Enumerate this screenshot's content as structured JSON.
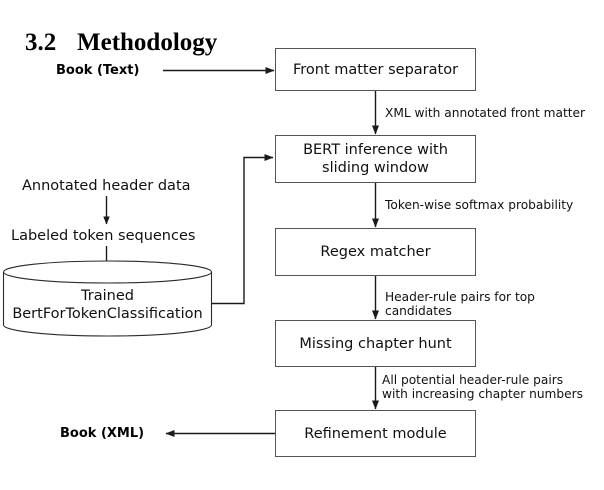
{
  "heading": {
    "number": "3.2",
    "title": "Methodology"
  },
  "io_labels": {
    "input": "Book (Text)",
    "output": "Book (XML)"
  },
  "nodes": [
    {
      "id": "front-matter-separator",
      "label": "Front matter separator",
      "shape": "rect"
    },
    {
      "id": "bert-inference",
      "label": "BERT inference with\nsliding window",
      "shape": "rect"
    },
    {
      "id": "regex-matcher",
      "label": "Regex matcher",
      "shape": "rect"
    },
    {
      "id": "missing-chapter-hunt",
      "label": "Missing chapter hunt",
      "shape": "rect"
    },
    {
      "id": "refinement-module",
      "label": "Refinement module",
      "shape": "rect"
    },
    {
      "id": "trained-model-store",
      "label": "Trained\nBertForTokenClassification",
      "shape": "cylinder"
    }
  ],
  "training_branch": {
    "step1": "Annotated header data",
    "step2": "Labeled token sequences"
  },
  "edge_labels": {
    "front_to_bert": "XML with annotated front matter",
    "bert_to_regex": "Token-wise softmax probability",
    "regex_to_hunt": "Header-rule pairs for top candidates",
    "hunt_to_refinement": "All potential header-rule pairs\nwith increasing chapter numbers"
  },
  "colors": {
    "background": "#ffffff",
    "text": "#000000",
    "box_border": "#555555",
    "connector": "#1a1a1a"
  }
}
